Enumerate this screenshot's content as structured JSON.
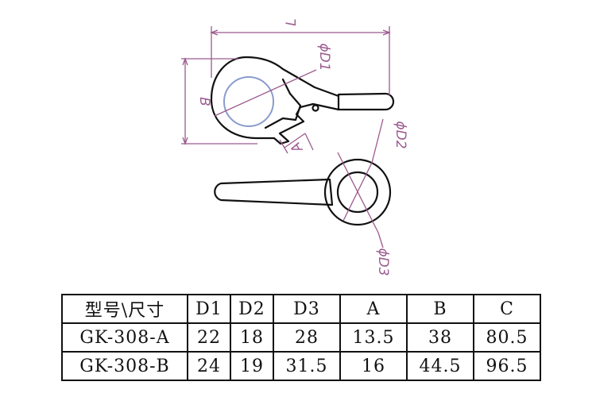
{
  "drawing": {
    "dimension_labels": {
      "L": "L",
      "D1": "ϕD1",
      "B": "B",
      "A": "A",
      "D2": "ϕD2",
      "D3": "ϕD3"
    },
    "colors": {
      "outline": "#111111",
      "dimension": "#9b5a8e",
      "inner_ring": "#8a9ccc"
    }
  },
  "table": {
    "headers": [
      "型号\\尺寸",
      "D1",
      "D2",
      "D3",
      "A",
      "B",
      "C"
    ],
    "rows": [
      [
        "GK-308-A",
        "22",
        "18",
        "28",
        "13.5",
        "38",
        "80.5"
      ],
      [
        "GK-308-B",
        "24",
        "19",
        "31.5",
        "16",
        "44.5",
        "96.5"
      ]
    ]
  }
}
